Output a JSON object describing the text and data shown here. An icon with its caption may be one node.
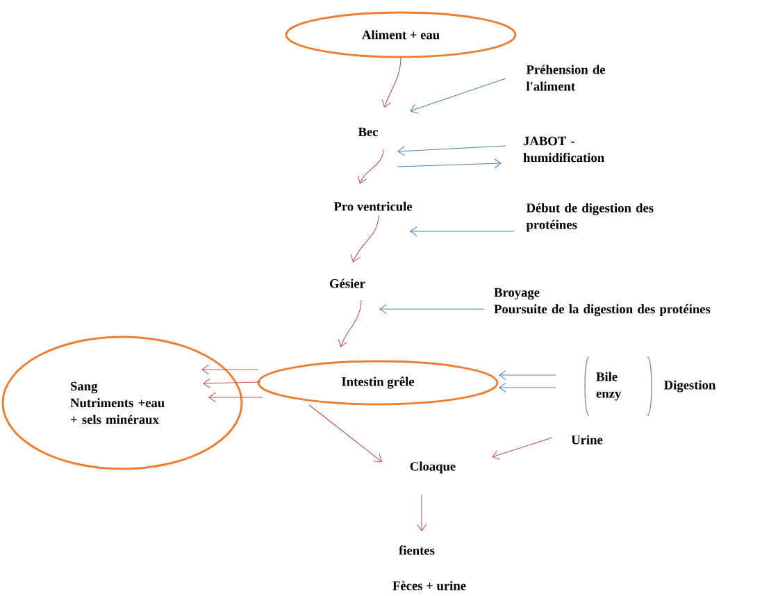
{
  "diagram": {
    "nodes": [
      {
        "text": [
          "Aliment + eau"
        ]
      },
      {
        "text": [
          "Bec"
        ]
      },
      {
        "text": [
          "Préhension de l'aliment"
        ]
      },
      {
        "text": [
          "JABOT - humidification"
        ]
      },
      {
        "text": [
          "Pro ventricule"
        ]
      },
      {
        "text": [
          "Début de digestion des protéines"
        ]
      },
      {
        "text": [
          "Gésier"
        ]
      },
      {
        "text": [
          "Broyage",
          "Poursuite de la digestion des protéines"
        ]
      },
      {
        "text": [
          "Intestin grêle"
        ]
      },
      {
        "text": [
          "Sang",
          "Nutriments +eau + sels minéraux"
        ]
      },
      {
        "text": [
          "Bile enzy"
        ],
        "beside": [
          "Digestion"
        ]
      },
      {
        "text": [
          "Urine"
        ]
      },
      {
        "text": [
          "Cloaque"
        ]
      },
      {
        "text": [
          "fientes"
        ],
        "beside": [
          "Fèces + urine"
        ]
      }
    ],
    "edges": [
      {
        "from": 0,
        "to": 1,
        "arrow": "to"
      },
      {
        "from": 2,
        "to": 1,
        "arrow": "to",
        "color": "#4f81bd"
      },
      {
        "from": 3,
        "to": 1,
        "arrow": "to",
        "color": "#4f81bd"
      },
      {
        "from": 1,
        "to": 3,
        "arrow": "to",
        "color": "#4f81bd"
      },
      {
        "from": 1,
        "to": 4,
        "arrow": "to"
      },
      {
        "from": 5,
        "to": 4,
        "arrow": "to",
        "color": "#4f81bd"
      },
      {
        "from": 4,
        "to": 6,
        "arrow": "to"
      },
      {
        "from": 7,
        "to": 6,
        "arrow": "to",
        "color": "#4f81bd"
      },
      {
        "from": 6,
        "to": 8,
        "arrow": "to"
      },
      {
        "from": 8,
        "to": 9,
        "arrow": "to"
      },
      {
        "from": 8,
        "to": 9,
        "arrow": "to"
      },
      {
        "from": 8,
        "to": 9,
        "arrow": "to"
      },
      {
        "from": 10,
        "to": 8,
        "arrow": "to",
        "color": "#4f81bd"
      },
      {
        "from": 10,
        "to": 8,
        "arrow": "to",
        "color": "#4f81bd"
      },
      {
        "from": 8,
        "to": 12,
        "arrow": "to"
      },
      {
        "from": 11,
        "to": 12,
        "arrow": "to"
      },
      {
        "from": 12,
        "to": 13,
        "arrow": "to"
      }
    ]
  }
}
